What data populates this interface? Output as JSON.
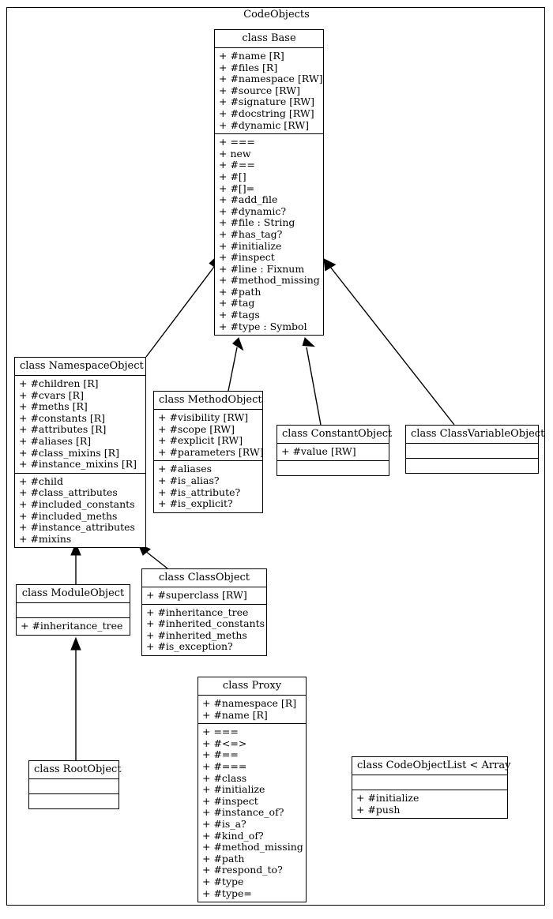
{
  "diagram": {
    "title": "CodeObjects",
    "type": "uml-class-diagram"
  },
  "classes": {
    "base": {
      "name": "class Base",
      "attributes": [
        "+ #name [R]",
        "+ #files [R]",
        "+ #namespace [RW]",
        "+ #source [RW]",
        "+ #signature [RW]",
        "+ #docstring [RW]",
        "+ #dynamic [RW]"
      ],
      "methods": [
        "+ ===",
        "+ new",
        "+ #==",
        "+ #[]",
        "+ #[]=",
        "+ #add_file",
        "+ #dynamic?",
        "+ #file : String",
        "+ #has_tag?",
        "+ #initialize",
        "+ #inspect",
        "+ #line : Fixnum",
        "+ #method_missing",
        "+ #path",
        "+ #tag",
        "+ #tags",
        "+ #type : Symbol"
      ]
    },
    "namespace_object": {
      "name": "class NamespaceObject",
      "attributes": [
        "+ #children [R]",
        "+ #cvars [R]",
        "+ #meths [R]",
        "+ #constants [R]",
        "+ #attributes [R]",
        "+ #aliases [R]",
        "+ #class_mixins [R]",
        "+ #instance_mixins [R]"
      ],
      "methods": [
        "+ #child",
        "+ #class_attributes",
        "+ #included_constants",
        "+ #included_meths",
        "+ #instance_attributes",
        "+ #mixins"
      ]
    },
    "method_object": {
      "name": "class MethodObject",
      "attributes": [
        "+ #visibility [RW]",
        "+ #scope [RW]",
        "+ #explicit [RW]",
        "+ #parameters [RW]"
      ],
      "methods": [
        "+ #aliases",
        "+ #is_alias?",
        "+ #is_attribute?",
        "+ #is_explicit?"
      ]
    },
    "constant_object": {
      "name": "class ConstantObject",
      "attributes": [
        "+ #value [RW]"
      ],
      "methods": []
    },
    "class_variable_object": {
      "name": "class ClassVariableObject",
      "attributes": [],
      "methods": []
    },
    "class_object": {
      "name": "class ClassObject",
      "attributes": [
        "+ #superclass [RW]"
      ],
      "methods": [
        "+ #inheritance_tree",
        "+ #inherited_constants",
        "+ #inherited_meths",
        "+ #is_exception?"
      ]
    },
    "module_object": {
      "name": "class ModuleObject",
      "attributes": [],
      "methods": [
        "+ #inheritance_tree"
      ]
    },
    "root_object": {
      "name": "class RootObject",
      "attributes": [],
      "methods": []
    },
    "proxy": {
      "name": "class Proxy",
      "attributes": [
        "+ #namespace [R]",
        "+ #name [R]"
      ],
      "methods": [
        "+ ===",
        "+ #<=>",
        "+ #==",
        "+ #===",
        "+ #class",
        "+ #initialize",
        "+ #inspect",
        "+ #instance_of?",
        "+ #is_a?",
        "+ #kind_of?",
        "+ #method_missing",
        "+ #path",
        "+ #respond_to?",
        "+ #type",
        "+ #type="
      ]
    },
    "code_object_list": {
      "name": "class CodeObjectList < Array",
      "attributes": [],
      "methods": [
        "+ #initialize",
        "+ #push"
      ]
    }
  },
  "relationships": [
    {
      "from": "class NamespaceObject",
      "to": "class Base",
      "kind": "inheritance"
    },
    {
      "from": "class MethodObject",
      "to": "class Base",
      "kind": "inheritance"
    },
    {
      "from": "class ConstantObject",
      "to": "class Base",
      "kind": "inheritance"
    },
    {
      "from": "class ClassVariableObject",
      "to": "class Base",
      "kind": "inheritance"
    },
    {
      "from": "class ModuleObject",
      "to": "class NamespaceObject",
      "kind": "inheritance"
    },
    {
      "from": "class ClassObject",
      "to": "class NamespaceObject",
      "kind": "inheritance"
    },
    {
      "from": "class RootObject",
      "to": "class ModuleObject",
      "kind": "inheritance"
    }
  ],
  "colors": {
    "line": "#000000",
    "background": "#ffffff",
    "text": "#000000"
  }
}
